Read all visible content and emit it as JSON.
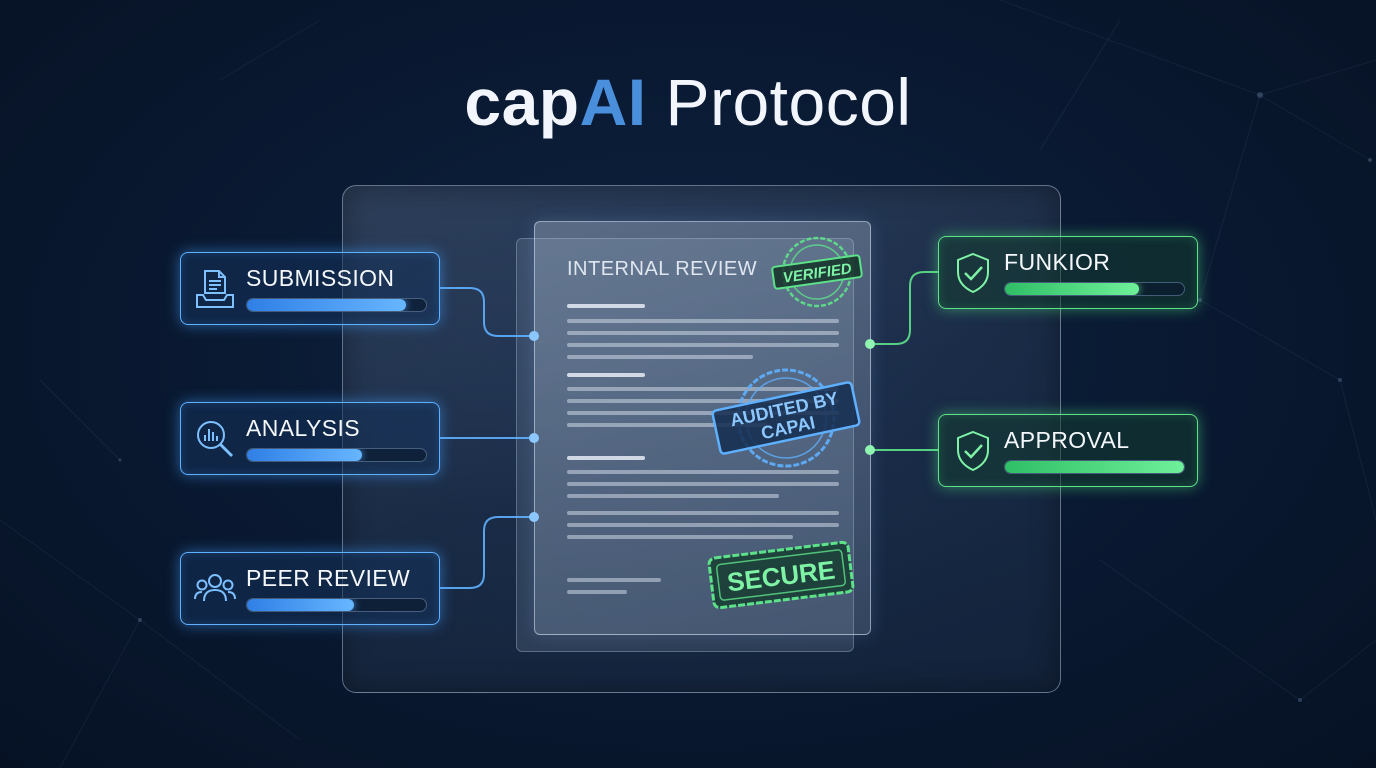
{
  "title": {
    "part1": "cap",
    "part2": "AI",
    "part3": " Protocol"
  },
  "document": {
    "heading": "INTERNAL REVIEW",
    "stamps": {
      "verified": "VERIFIED",
      "audited_line1": "AUDITED BY",
      "audited_line2": "CAPAI",
      "secure": "SECURE"
    }
  },
  "stages_left": [
    {
      "label": "SUBMISSION",
      "icon": "document-tray-icon",
      "progress": 0.89
    },
    {
      "label": "ANALYSIS",
      "icon": "magnifier-chart-icon",
      "progress": 0.64
    },
    {
      "label": "PEER REVIEW",
      "icon": "people-group-icon",
      "progress": 0.6
    }
  ],
  "stages_right": [
    {
      "label": "FUNKIOR",
      "icon": "shield-check-icon",
      "progress": 0.75
    },
    {
      "label": "APPROVAL",
      "icon": "shield-check-icon",
      "progress": 1.0
    }
  ],
  "colors": {
    "accent_blue": "#4a8fdc",
    "glow_blue": "#5fb0ff",
    "glow_green": "#5de28a",
    "background": "#0a1a33"
  }
}
